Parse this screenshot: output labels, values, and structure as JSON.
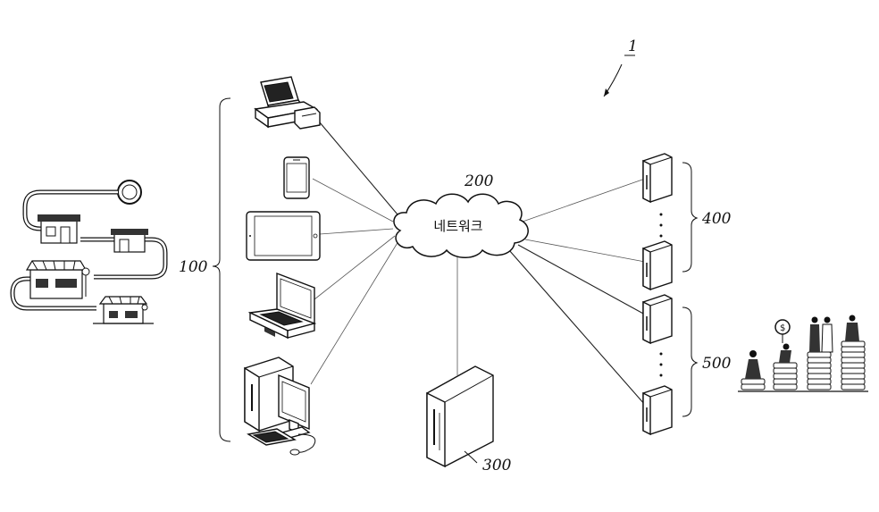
{
  "labels": {
    "system": "1",
    "network_id": "200",
    "network_name": "네트워크",
    "clients": "100",
    "server": "300",
    "servers_a": "400",
    "servers_b": "500"
  },
  "icons": {
    "pos": "pos-terminal-icon",
    "phone": "smartphone-icon",
    "tablet": "tablet-icon",
    "laptop": "laptop-icon",
    "desktop": "desktop-computer-icon",
    "stores": "store-route-illustration",
    "finance": "finance-growth-illustration"
  }
}
